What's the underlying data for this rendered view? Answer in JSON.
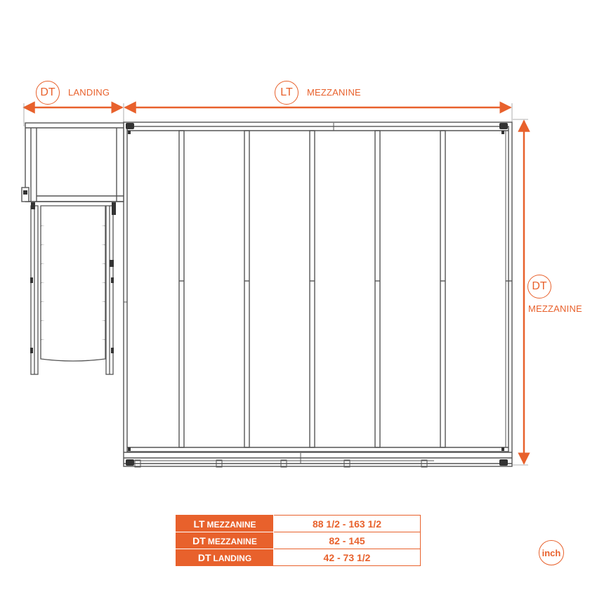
{
  "dimensions": {
    "landing_width": {
      "abbr": "DT",
      "label": "LANDING"
    },
    "mezzanine_length": {
      "abbr": "LT",
      "label": "MEZZANINE"
    },
    "mezzanine_depth": {
      "abbr": "DT",
      "label": "MEZZANINE"
    }
  },
  "spec_table": {
    "rows": [
      {
        "abbr": "LT",
        "name": "MEZZANINE",
        "value": "88 1/2 - 163 1/2"
      },
      {
        "abbr": "DT",
        "name": "MEZZANINE",
        "value": "82 - 145"
      },
      {
        "abbr": "DT",
        "name": "LANDING",
        "value": "42 - 73 1/2"
      }
    ]
  },
  "unit": "inch",
  "colors": {
    "accent": "#e8612c",
    "line": "#555555"
  }
}
